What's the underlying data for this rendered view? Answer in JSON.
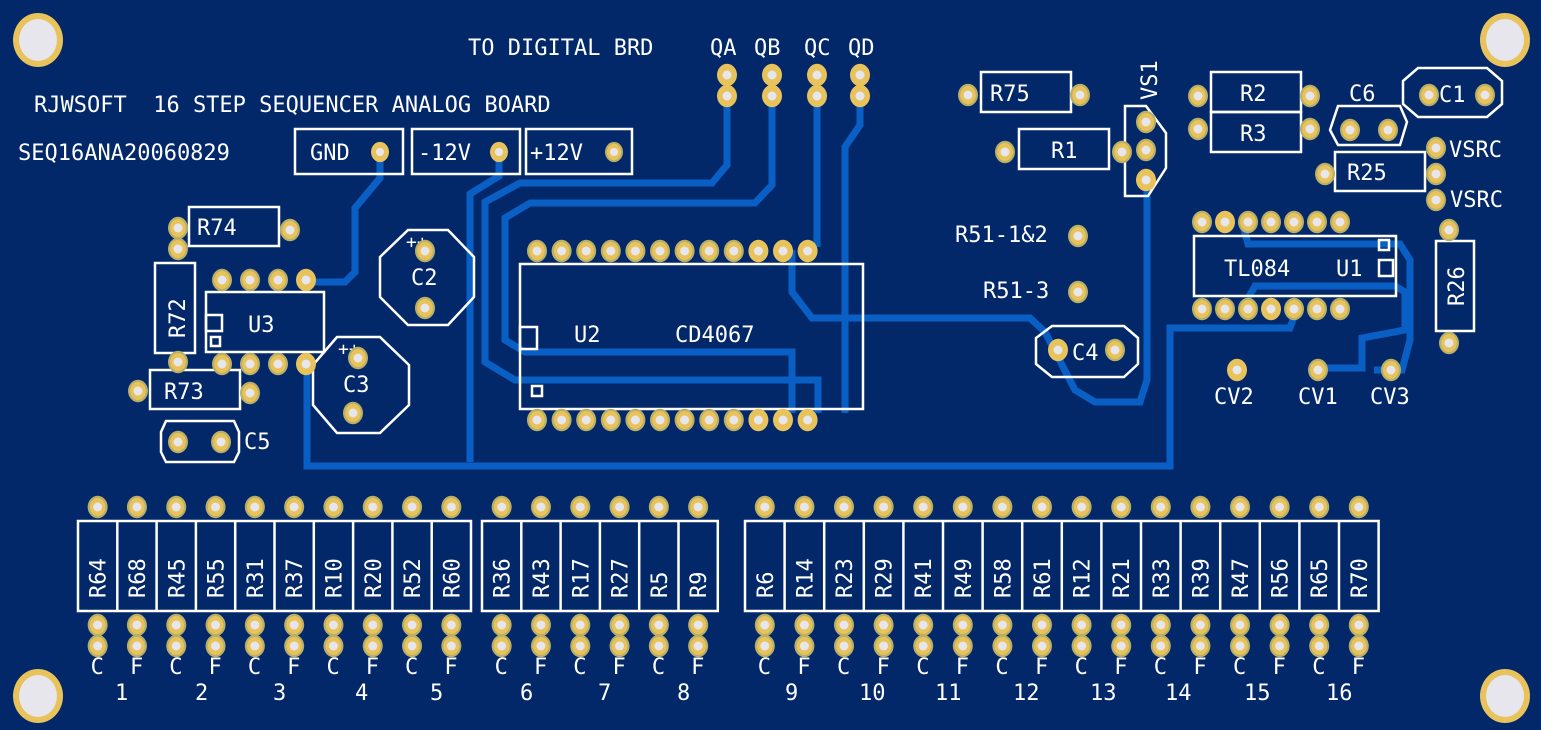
{
  "board": {
    "title": "RJWSOFT  16 STEP SEQUENCER ANALOG BOARD",
    "part_number": "SEQ16ANA20060829",
    "header_label": "TO DIGITAL BRD",
    "colors": {
      "substrate": "#03286a",
      "trace": "#0a5fc4",
      "silkscreen": "#ffffff",
      "pad_gold": "#e8c25a",
      "pad_ring": "#b8b068",
      "drill": "#e6e6ec"
    }
  },
  "power_terminals": [
    {
      "label": "GND"
    },
    {
      "label": "-12V"
    },
    {
      "label": "+12V"
    }
  ],
  "digital_inputs": [
    "QA",
    "QB",
    "QC",
    "QD"
  ],
  "components": {
    "ics": [
      {
        "ref": "U2",
        "part": "CD4067"
      },
      {
        "ref": "U1",
        "part": "TL084"
      },
      {
        "ref": "U3",
        "part": ""
      }
    ],
    "capacitors": [
      "C1",
      "C2",
      "C3",
      "C4",
      "C5",
      "C6"
    ],
    "resistors_misc": [
      "R1",
      "R2",
      "R3",
      "R25",
      "R26",
      "R72",
      "R73",
      "R74",
      "R75"
    ],
    "regulator": "VS1",
    "test_points": [
      "R51-1&2",
      "R51-3",
      "VSRC",
      "VSRC"
    ],
    "cv_outputs": [
      "CV2",
      "CV1",
      "CV3"
    ]
  },
  "step_resistors": {
    "group_a": [
      "R64",
      "R68",
      "R45",
      "R55",
      "R31",
      "R37",
      "R10",
      "R20",
      "R52",
      "R60"
    ],
    "group_b": [
      "R36",
      "R43",
      "R17",
      "R27",
      "R5",
      "R9"
    ],
    "group_c": [
      "R6",
      "R14",
      "R23",
      "R29",
      "R41",
      "R49",
      "R58",
      "R61",
      "R12",
      "R21",
      "R33",
      "R39",
      "R47",
      "R56",
      "R65",
      "R70"
    ],
    "pin_labels": [
      "C",
      "F"
    ],
    "step_numbers": [
      "1",
      "2",
      "3",
      "4",
      "5",
      "6",
      "7",
      "8",
      "9",
      "10",
      "11",
      "12",
      "13",
      "14",
      "15",
      "16"
    ]
  }
}
